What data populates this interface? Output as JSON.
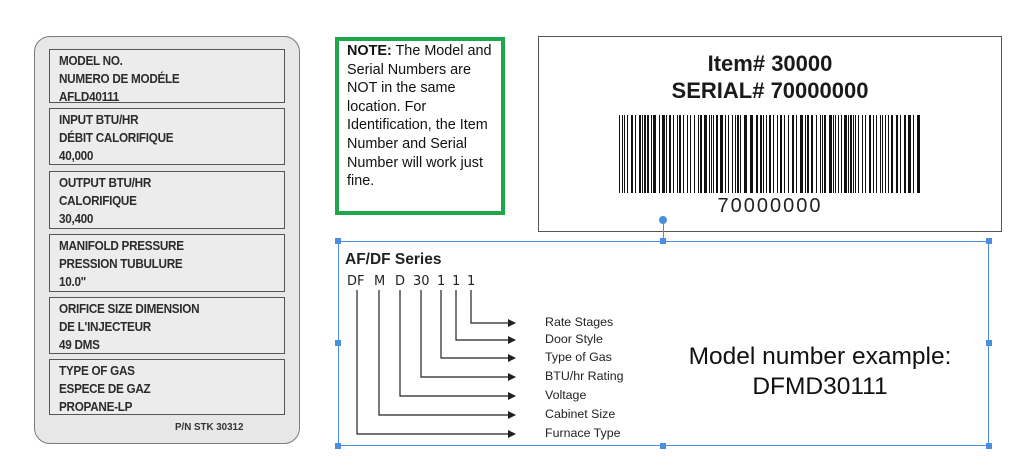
{
  "rating_plate": {
    "boxes": [
      {
        "lines": [
          "MODEL NO.",
          "NUMERO DE MODÉLE",
          "AFLD40111"
        ]
      },
      {
        "lines": [
          "INPUT BTU/HR",
          "DÉBIT CALORIFIQUE",
          "40,000"
        ]
      },
      {
        "lines": [
          "OUTPUT BTU/HR",
          "CALORIFIQUE",
          "30,400"
        ]
      },
      {
        "lines": [
          "MANIFOLD PRESSURE",
          "PRESSION TUBULURE",
          "10.0\""
        ]
      },
      {
        "lines": [
          "ORIFICE SIZE DIMENSION",
          "DE L'INJECTEUR",
          "49 DMS"
        ]
      },
      {
        "lines": [
          "TYPE OF GAS",
          "ESPECE DE GAZ",
          "PROPANE-LP"
        ]
      }
    ],
    "part_number": "P/N STK 30312"
  },
  "note": {
    "label": "NOTE:",
    "text": " The Model and Serial Numbers are NOT in the same location. For Identification, the Item Number and Serial Number will work just fine."
  },
  "label": {
    "item": "Item# 30000",
    "serial": "SERIAL# 70000000",
    "barcode_number": "70000000"
  },
  "model_diagram": {
    "series_title": "AF/DF Series",
    "code": [
      "DF",
      "M",
      "D",
      "30",
      "1",
      "1",
      "1"
    ],
    "legend": [
      "Rate Stages",
      "Door Style",
      "Type of Gas",
      "BTU/hr Rating",
      "Voltage",
      "Cabinet Size",
      "Furnace Type"
    ],
    "example_line1": "Model number example:",
    "example_line2": "DFMD30111"
  },
  "colors": {
    "note_border": "#1fa84b",
    "selection": "#4a8ee0"
  }
}
